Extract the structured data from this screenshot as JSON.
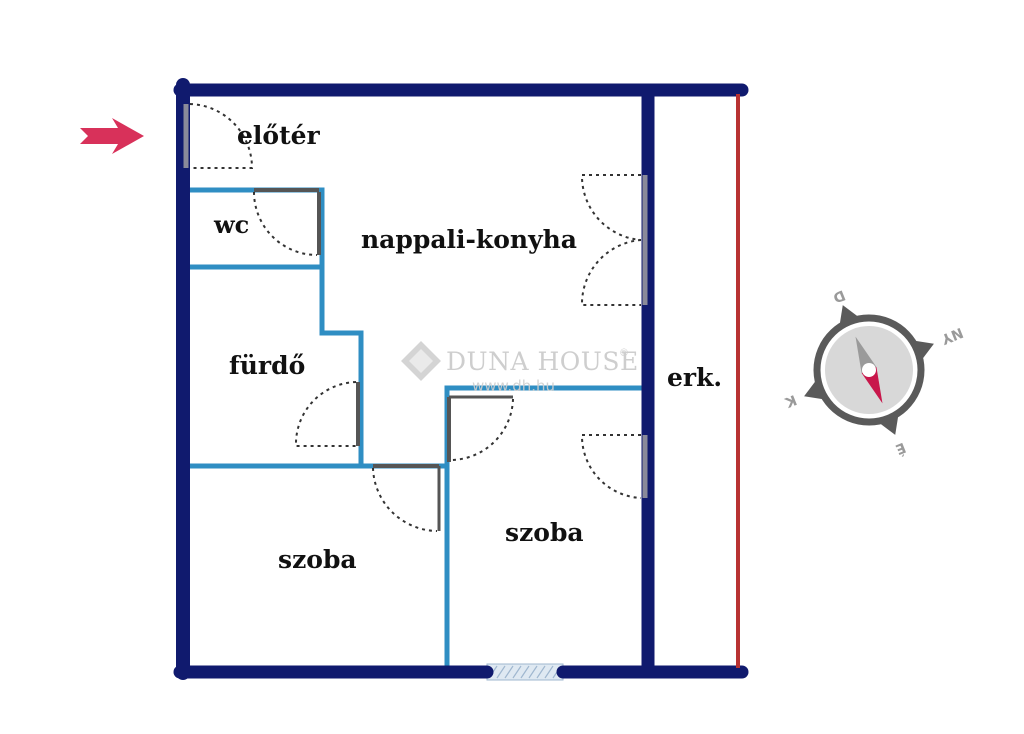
{
  "rooms": {
    "eloter": "előtér",
    "wc": "wc",
    "nappali": "nappali-konyha",
    "furdo": "fürdő",
    "erkely": "erk.",
    "szoba_left": "szoba",
    "szoba_right": "szoba"
  },
  "watermark": {
    "brand": "DUNA HOUSE",
    "registered": "®",
    "url": "www.dh.hu"
  },
  "compass": {
    "north": "É",
    "south": "D",
    "east": "K",
    "west": "NY"
  },
  "colors": {
    "outer_wall": "#101a6e",
    "inner_wall": "#2f8ec3",
    "balcony_rail": "#b83232",
    "entrance_arrow": "#d8315a",
    "door_swing": "#333333",
    "door_leaf": "#8a8a9a",
    "compass_ring": "#5a5a5a",
    "compass_needle_red": "#c8174b",
    "compass_needle_grey": "#9a9a9a"
  }
}
